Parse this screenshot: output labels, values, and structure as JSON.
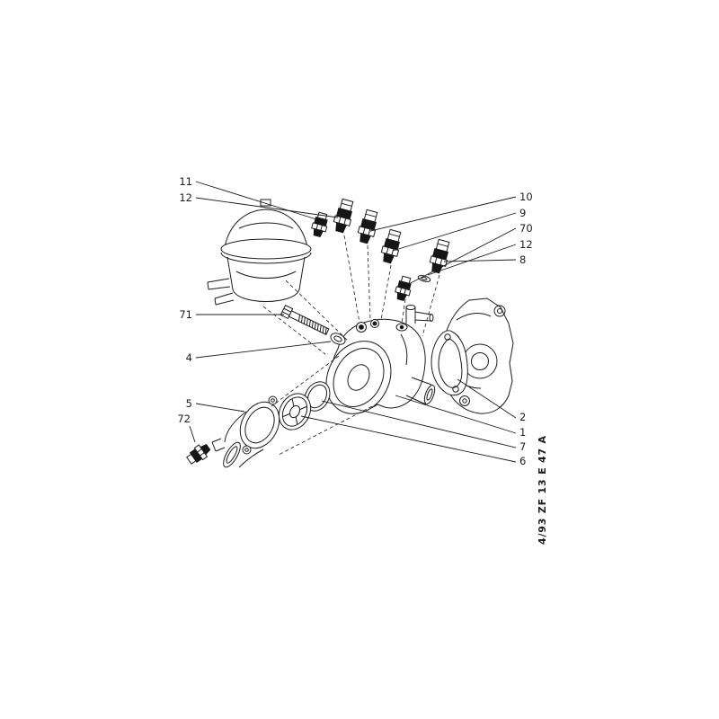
{
  "page": {
    "background": "#ffffff",
    "ink_color": "#1c1c1c",
    "kind": "scanned exploded parts diagram"
  },
  "figure": {
    "reference_code": "4/93 ZF 13 E 47 A",
    "callouts": [
      {
        "label": "11",
        "side": "left"
      },
      {
        "label": "12",
        "side": "left"
      },
      {
        "label": "10",
        "side": "right"
      },
      {
        "label": "9",
        "side": "right"
      },
      {
        "label": "70",
        "side": "right"
      },
      {
        "label": "12",
        "side": "right"
      },
      {
        "label": "8",
        "side": "right"
      },
      {
        "label": "71",
        "side": "left"
      },
      {
        "label": "4",
        "side": "left"
      },
      {
        "label": "5",
        "side": "left"
      },
      {
        "label": "72",
        "side": "left"
      },
      {
        "label": "2",
        "side": "right"
      },
      {
        "label": "1",
        "side": "right"
      },
      {
        "label": "7",
        "side": "right"
      },
      {
        "label": "6",
        "side": "right"
      }
    ]
  }
}
